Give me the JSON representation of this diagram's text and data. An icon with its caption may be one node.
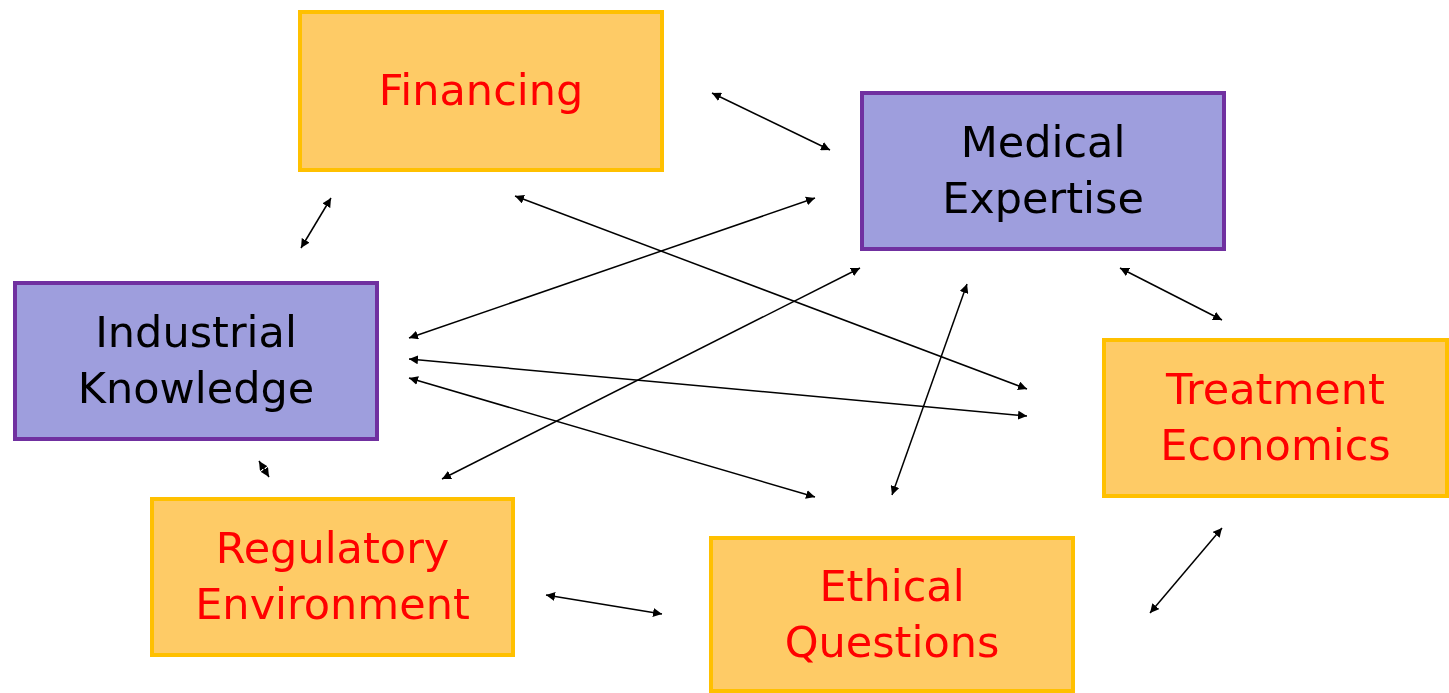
{
  "diagram": {
    "nodes": [
      {
        "text": [
          "Financing"
        ]
      },
      {
        "text": [
          "Medical Expertise"
        ]
      },
      {
        "text": [
          "Industrial Knowledge"
        ]
      },
      {
        "text": [
          "Treatment Economics"
        ]
      },
      {
        "text": [
          "Regulatory Environment"
        ]
      },
      {
        "text": [
          "Ethical Questions"
        ]
      }
    ],
    "edges": [
      {
        "from": 0,
        "to": 1,
        "arrow": "both"
      },
      {
        "from": 0,
        "to": 2,
        "arrow": "both"
      },
      {
        "from": 0,
        "to": 3,
        "arrow": "both"
      },
      {
        "from": 1,
        "to": 2,
        "arrow": "both"
      },
      {
        "from": 1,
        "to": 4,
        "arrow": "both"
      },
      {
        "from": 1,
        "to": 5,
        "arrow": "both"
      },
      {
        "from": 1,
        "to": 3,
        "arrow": "both"
      },
      {
        "from": 2,
        "to": 3,
        "arrow": "both"
      },
      {
        "from": 2,
        "to": 5,
        "arrow": "both"
      },
      {
        "from": 2,
        "to": 4,
        "arrow": "both"
      },
      {
        "from": 4,
        "to": 5,
        "arrow": "both"
      },
      {
        "from": 5,
        "to": 3,
        "arrow": "both"
      }
    ]
  }
}
